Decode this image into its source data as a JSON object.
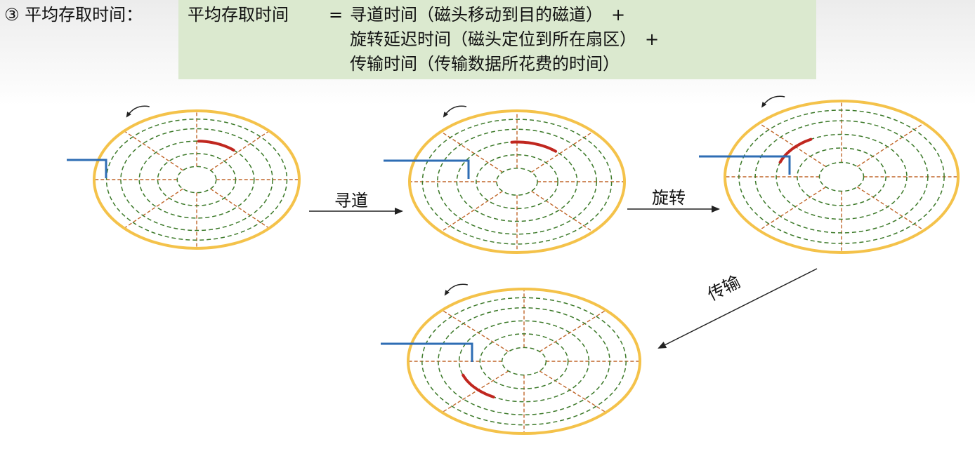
{
  "heading": "③ 平均存取时间：",
  "formula": {
    "lhs": "平均存取时间",
    "eq": "=",
    "terms": [
      {
        "text": "寻道时间（磁头移动到目的磁道）",
        "op": "+"
      },
      {
        "text": "旋转延迟时间（磁头定位到所在扇区）",
        "op": "+"
      },
      {
        "text": "传输时间（传输数据所花费的时间）",
        "op": ""
      }
    ]
  },
  "steps": {
    "seek": "寻道",
    "rotate": "旋转",
    "transfer": "传输"
  },
  "colors": {
    "rim": "#f4c24a",
    "track": "#3d7a2a",
    "sector": "#c0662a",
    "arm": "#2e6db4",
    "target": "#c0271f",
    "formula_bg": "#dbe9cf"
  }
}
